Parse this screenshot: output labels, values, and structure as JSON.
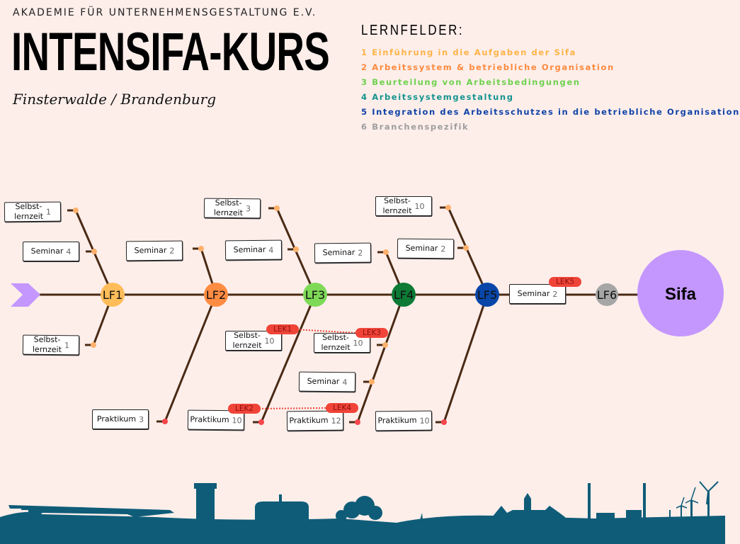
{
  "header": {
    "organization": "AKADEMIE FÜR UNTERNEHMENSGESTALTUNG E.V.",
    "title": "INTENSIFA-KURS",
    "location": "Finsterwalde / Brandenburg"
  },
  "lernfelder": {
    "heading": "LERNFELDER:",
    "items": [
      {
        "label": "1 Einführung in die Aufgaben der Sifa",
        "color": "#ffb347"
      },
      {
        "label": "2 Arbeitssystem & betriebliche Organisation",
        "color": "#ff8a3d"
      },
      {
        "label": "3 Beurteilung von Arbeitsbedingungen",
        "color": "#6ed14e"
      },
      {
        "label": "4 Arbeitssystemgestaltung",
        "color": "#13948f"
      },
      {
        "label": "5 Integration des Arbeitsschutzes in die betriebliche Organisation",
        "color": "#1243a8"
      },
      {
        "label": "6 Branchenspezifik",
        "color": "#9e9e9e"
      }
    ]
  },
  "diagram": {
    "goal": {
      "label": "Sifa",
      "color": "#c497ff"
    },
    "nodes": [
      {
        "id": "LF1",
        "label": "LF1",
        "color": "#ffbd59"
      },
      {
        "id": "LF2",
        "label": "LF2",
        "color": "#ff8c42"
      },
      {
        "id": "LF3",
        "label": "LF3",
        "color": "#7ed957"
      },
      {
        "id": "LF4",
        "label": "LF4",
        "color": "#0d7a35"
      },
      {
        "id": "LF5",
        "label": "LF5",
        "color": "#0846a8"
      },
      {
        "id": "LF6",
        "label": "LF6",
        "color": "#a6a6a6"
      }
    ],
    "activities": [
      {
        "node": "LF1",
        "side": "top",
        "type": "Selbst-\nlernzeit",
        "hours": "1"
      },
      {
        "node": "LF1",
        "side": "top",
        "type": "Seminar",
        "hours": "4"
      },
      {
        "node": "LF1",
        "side": "bottom",
        "type": "Selbst-\nlernzeit",
        "hours": "1"
      },
      {
        "node": "LF2",
        "side": "top",
        "type": "Seminar",
        "hours": "2"
      },
      {
        "node": "LF2",
        "side": "bottom",
        "type": "Praktikum",
        "hours": "3"
      },
      {
        "node": "LF3",
        "side": "top",
        "type": "Selbst-\nlernzeit",
        "hours": "3"
      },
      {
        "node": "LF3",
        "side": "top",
        "type": "Seminar",
        "hours": "4"
      },
      {
        "node": "LF3",
        "side": "bottom",
        "type": "Selbst-\nlernzeit",
        "hours": "10",
        "exam": "LEK1"
      },
      {
        "node": "LF3",
        "side": "bottom",
        "type": "Praktikum",
        "hours": "10",
        "exam": "LEK2"
      },
      {
        "node": "LF4",
        "side": "top",
        "type": "Seminar",
        "hours": "2"
      },
      {
        "node": "LF4",
        "side": "bottom",
        "type": "Selbst-\nlernzeit",
        "hours": "10",
        "exam": "LEK3"
      },
      {
        "node": "LF4",
        "side": "bottom",
        "type": "Seminar",
        "hours": "4"
      },
      {
        "node": "LF4",
        "side": "bottom",
        "type": "Praktikum",
        "hours": "12",
        "exam": "LEK4"
      },
      {
        "node": "LF5",
        "side": "top",
        "type": "Selbst-\nlernzeit",
        "hours": "10"
      },
      {
        "node": "LF5",
        "side": "top",
        "type": "Seminar",
        "hours": "2"
      },
      {
        "node": "LF5",
        "side": "bottom",
        "type": "Praktikum",
        "hours": "10"
      },
      {
        "node": "LF6",
        "side": "spine",
        "type": "Seminar",
        "hours": "2",
        "exam": "LEK5"
      }
    ],
    "exam_links": [
      [
        "LEK1",
        "LEK3"
      ],
      [
        "LEK2",
        "LEK4"
      ]
    ],
    "colors": {
      "spine": "#4a2a14",
      "dot_light": "#ffb06b",
      "dot_praktikum": "#f5474b",
      "exam": "#f04438",
      "arrow": "#c497ff"
    }
  },
  "footer": {
    "skyline_color": "#0f5c78"
  }
}
